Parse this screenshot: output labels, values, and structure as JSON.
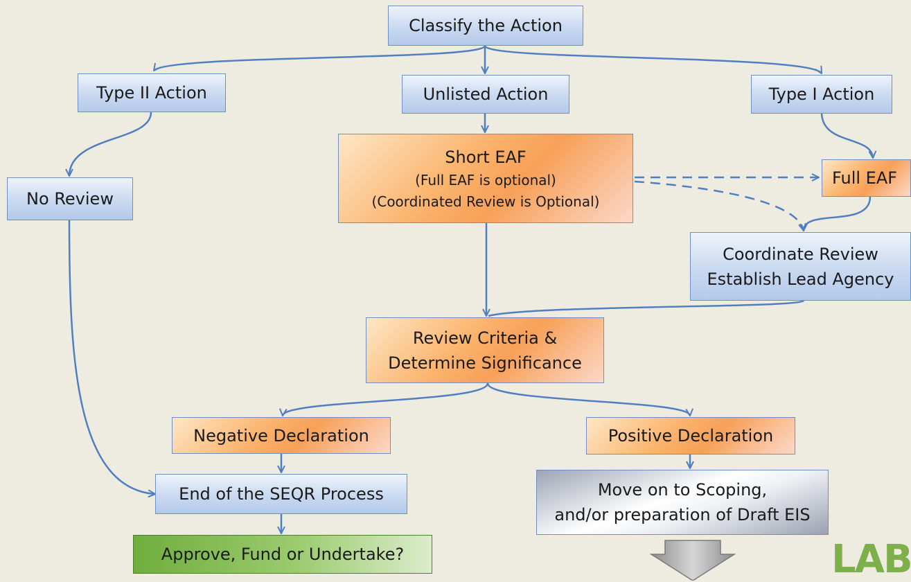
{
  "nodes": {
    "classify": "Classify the Action",
    "type2": "Type II Action",
    "unlisted": "Unlisted Action",
    "type1": "Type I Action",
    "no_review": "No Review",
    "short_eaf": "Short EAF",
    "short_eaf_note1": "(Full EAF is optional)",
    "short_eaf_note2": "(Coordinated Review is Optional)",
    "full_eaf": "Full EAF",
    "coordinate_line1": "Coordinate Review",
    "coordinate_line2": "Establish Lead Agency",
    "review_line1": "Review Criteria &",
    "review_line2": "Determine Significance",
    "negative": "Negative Declaration",
    "positive": "Positive Declaration",
    "end": "End of the SEQR Process",
    "approve": "Approve, Fund or Undertake?",
    "scoping_line1": "Move on to Scoping,",
    "scoping_line2": "and/or preparation of Draft EIS"
  },
  "logo_text": "LABE",
  "colors": {
    "connector": "#4f7fc0",
    "blue_box": "#c9d9f0",
    "orange_box": "#f7a058",
    "green_box": "#8cc063",
    "background": "#eeece1"
  }
}
